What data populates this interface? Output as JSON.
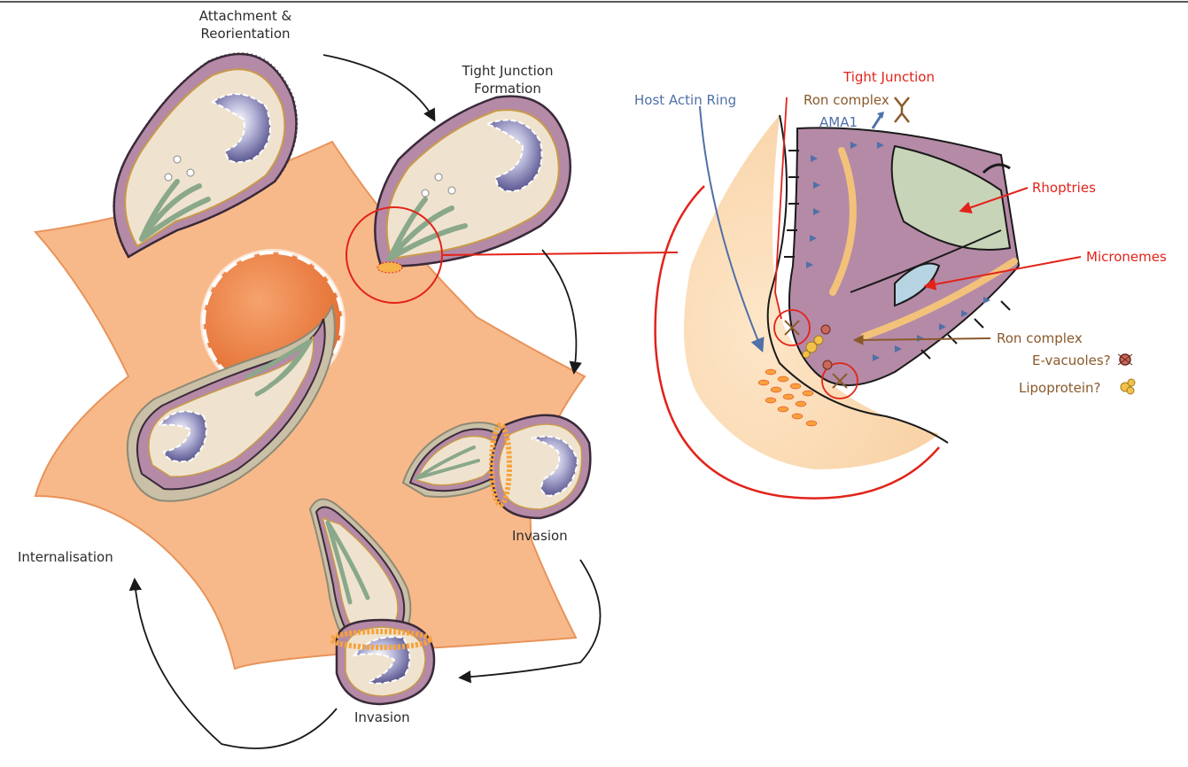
{
  "labels": {
    "attachment_line1": "Attachment &",
    "attachment_line2": "Reorientation",
    "tj_formation_line1": "Tight Junction",
    "tj_formation_line2": "Formation",
    "invasion_right": "Invasion",
    "invasion_bottom": "Invasion",
    "internalisation": "Internalisation"
  },
  "callouts": {
    "host_actin_ring": "Host Actin Ring",
    "tight_junction": "Tight Junction",
    "ron_complex_top": "Ron complex",
    "ama1": "AMA1",
    "rhoptries": "Rhoptries",
    "micronemes": "Micronemes",
    "ron_complex_right": "Ron complex",
    "e_vacuoles": "E-vacuoles?",
    "lipoprotein": "Lipoprotein?"
  },
  "colors": {
    "host_cell": "#f8b98a",
    "host_cell_edge": "#e8935a",
    "nucleus": "#e8733a",
    "parasite_body": "#b58aa6",
    "parasite_inner": "#efe3cf",
    "parasite_nucleus": "#6c6a9e",
    "callout_red": "#e2231a",
    "callout_blue": "#4f70a8",
    "callout_brown": "#8a5a2b"
  }
}
